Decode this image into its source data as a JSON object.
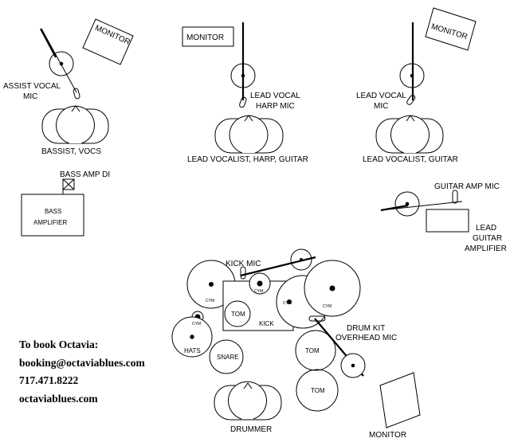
{
  "labels": {
    "assist_vocal_mic_1": "ASSIST VOCAL",
    "assist_vocal_mic_2": "MIC",
    "monitor": "MONITOR",
    "lead_vocal_harp_mic_1": "LEAD VOCAL",
    "lead_vocal_harp_mic_2": "HARP MIC",
    "lead_vocal_mic_1": "LEAD VOCAL",
    "lead_vocal_mic_2": "MIC",
    "bassist": "BASSIST, VOCS",
    "lead_vocalist_harp_guitar": "LEAD VOCALIST, HARP, GUITAR",
    "lead_vocalist_guitar": "LEAD VOCALIST, GUITAR",
    "bass_amp_di": "BASS AMP DI",
    "bass_amplifier_1": "BASS",
    "bass_amplifier_2": "AMPLIFIER",
    "guitar_amp_mic": "GUITAR AMP MIC",
    "lead_guitar_amp_1": "LEAD",
    "lead_guitar_amp_2": "GUITAR",
    "lead_guitar_amp_3": "AMPLIFIER",
    "kick_mic": "KICK MIC",
    "cym": "CYM",
    "tom": "TOM",
    "kick": "KICK",
    "hats": "HATS",
    "snare": "SNARE",
    "drum_kit_overhead_mic_1": "DRUM KIT",
    "drum_kit_overhead_mic_2": "OVERHEAD MIC",
    "drummer": "DRUMMER"
  },
  "booking": {
    "heading": "To book Octavia:",
    "email": "booking@octaviablues.com",
    "phone": "717.471.8222",
    "website": "octaviablues.com"
  }
}
